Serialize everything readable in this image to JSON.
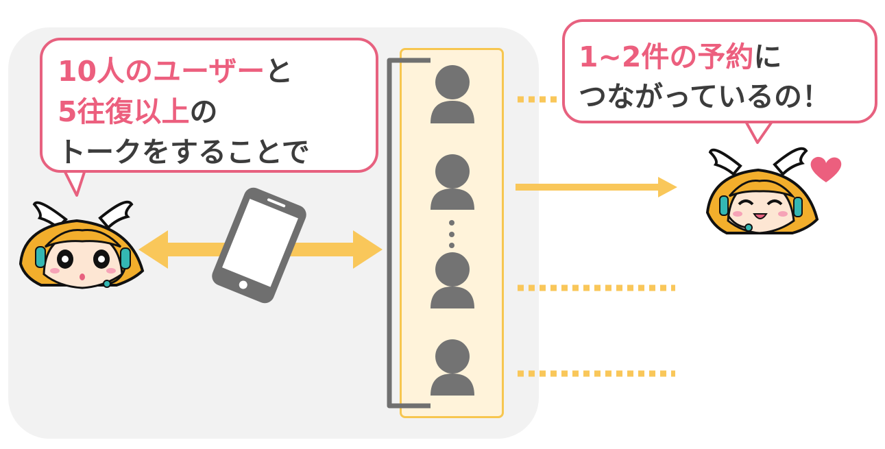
{
  "left_bubble": {
    "line1": {
      "hl": "10人のユーザー",
      "rest": "と"
    },
    "line2": {
      "hl": "5往復以上",
      "rest": "の"
    },
    "line3": "トークをすることで"
  },
  "right_bubble": {
    "line1": {
      "hl": "1~2件の予約",
      "rest": "に"
    },
    "line2": "つながっているの！"
  },
  "colors": {
    "accent_pink": "#ec5f7e",
    "bubble_border": "#e7617f",
    "arrow_yellow": "#f9c75a",
    "panel_bg": "#f2f2f2",
    "column_bg": "#fff3da",
    "user_icon": "#737373",
    "text": "#3c3c3c"
  },
  "icons": {
    "mascot_left": "winged-mascot-girl-icon",
    "mascot_right": "happy-winged-mascot-girl-icon",
    "phone": "smartphone-icon",
    "user": "user-silhouette-icon",
    "heart": "heart-icon"
  }
}
